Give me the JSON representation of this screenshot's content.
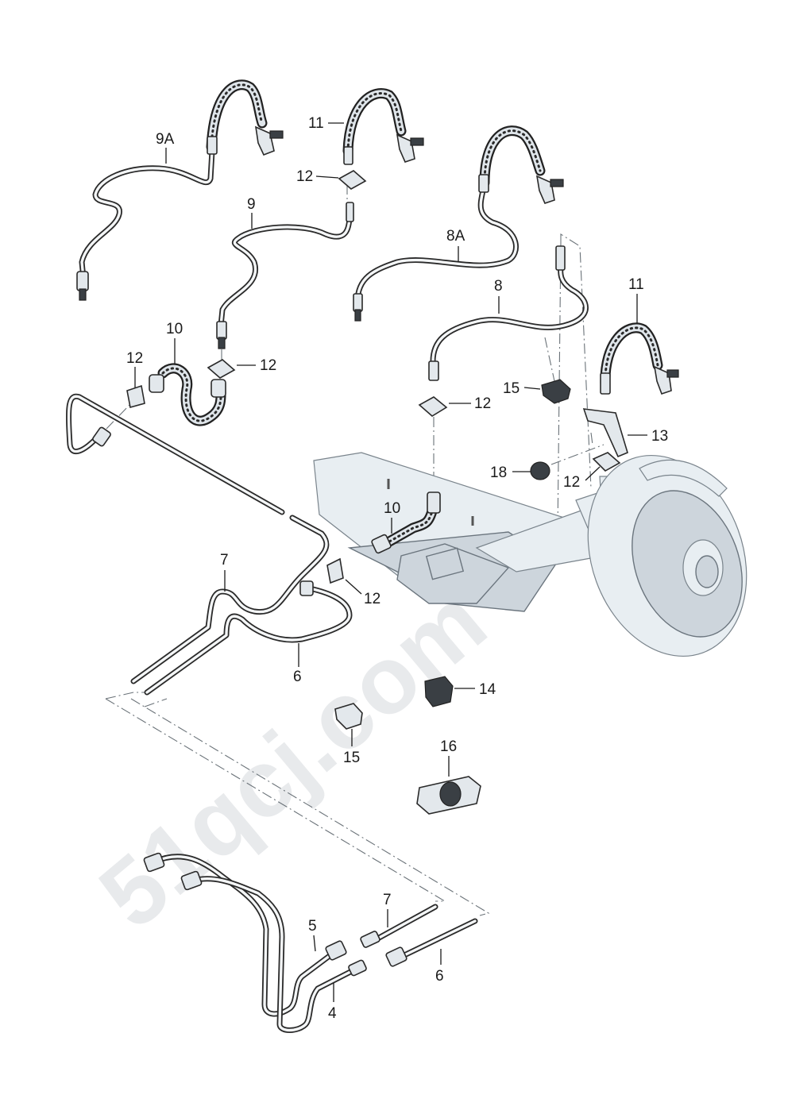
{
  "watermark": "51qcj.com",
  "callouts": {
    "c9A": "9A",
    "c11_top": "11",
    "c12_top": "12",
    "c9": "9",
    "c8A": "8A",
    "c8": "8",
    "c11_right": "11",
    "c10_top": "10",
    "c12_left": "12",
    "c12_mid_left": "12",
    "c15_upper": "15",
    "c12_mid": "12",
    "c13": "13",
    "c18": "18",
    "c12_bracket": "12",
    "c10_lower": "10",
    "c12_lower": "12",
    "c7_upper": "7",
    "c6_upper": "6",
    "c14": "14",
    "c15_lower": "15",
    "c16": "16",
    "c5": "5",
    "c7_lower": "7",
    "c4": "4",
    "c6_lower": "6"
  },
  "colors": {
    "line": "#2a2a2a",
    "axle": "#cdd5dc",
    "hose": "#dfe5ea"
  }
}
